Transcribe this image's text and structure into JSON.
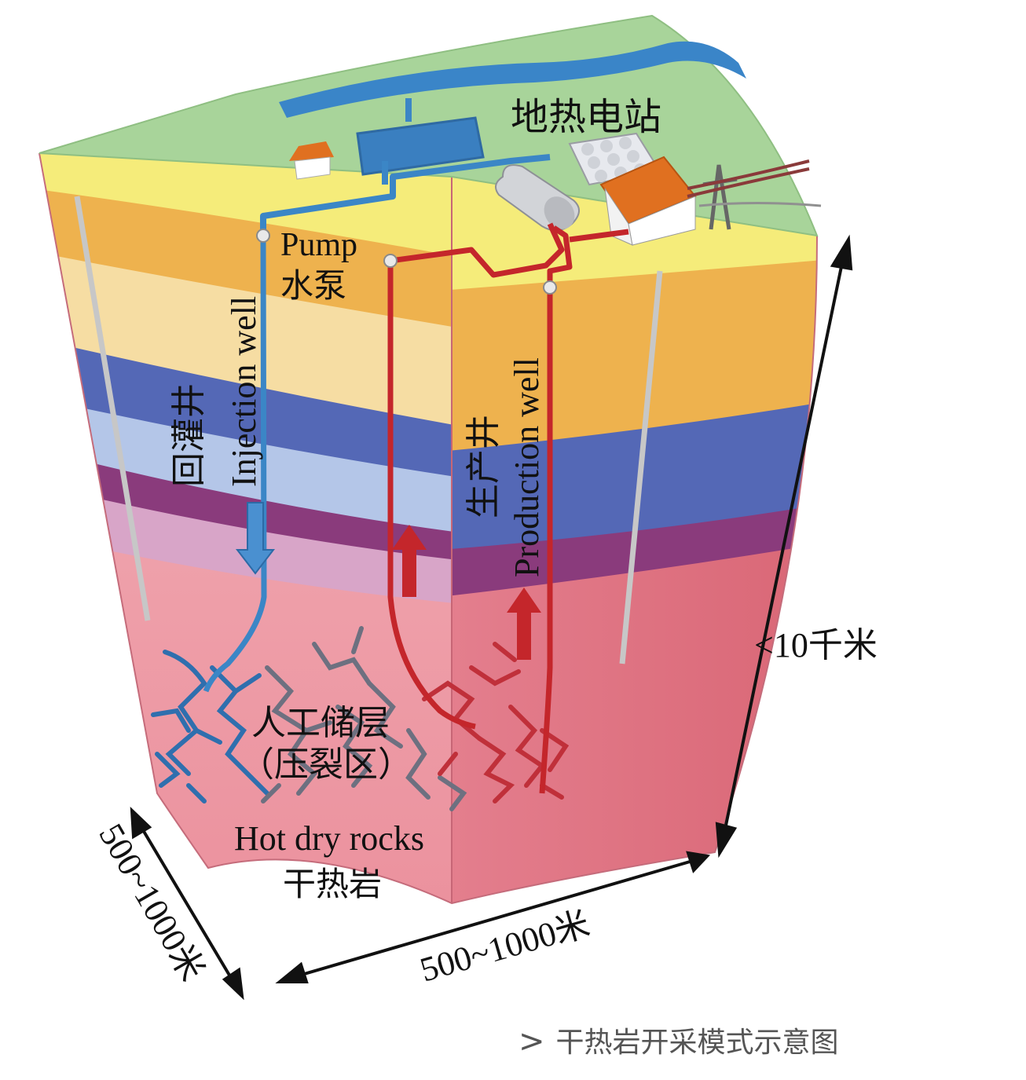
{
  "labels": {
    "power_plant": "地热电站",
    "pump_en": "Pump",
    "pump_cn": "水泵",
    "injection_cn": "回灌井",
    "injection_en": "Injection well",
    "production_cn": "生产井",
    "production_en": "Production well",
    "reservoir_line1": "人工储层",
    "reservoir_line2": "（压裂区）",
    "hot_rocks_en": "Hot dry rocks",
    "hot_rocks_cn": "干热岩",
    "depth": "<10千米",
    "width_left": "500~1000米",
    "width_bottom": "500~1000米"
  },
  "caption": {
    "arrow": ">",
    "text": "干热岩开采模式示意图"
  },
  "colors": {
    "surface": "#a8d49a",
    "river": "#3a85c8",
    "injection_pipe": "#3b86c6",
    "production_pipe": "#c4262b",
    "hot_rock": "#e89aa6",
    "hot_rock_dark": "#d9727f",
    "layer_yellow": "#f5ec7a",
    "layer_orange": "#eeb24e",
    "layer_cream": "#f6dda3",
    "layer_blue": "#5468b6",
    "layer_lightblue": "#b4c6e8",
    "layer_purple": "#8a3b7c",
    "layer_mauve": "#d8a5c8",
    "fracture_blue": "#2f6fae",
    "fracture_grey": "#6d7080",
    "fracture_red": "#c0303a"
  }
}
